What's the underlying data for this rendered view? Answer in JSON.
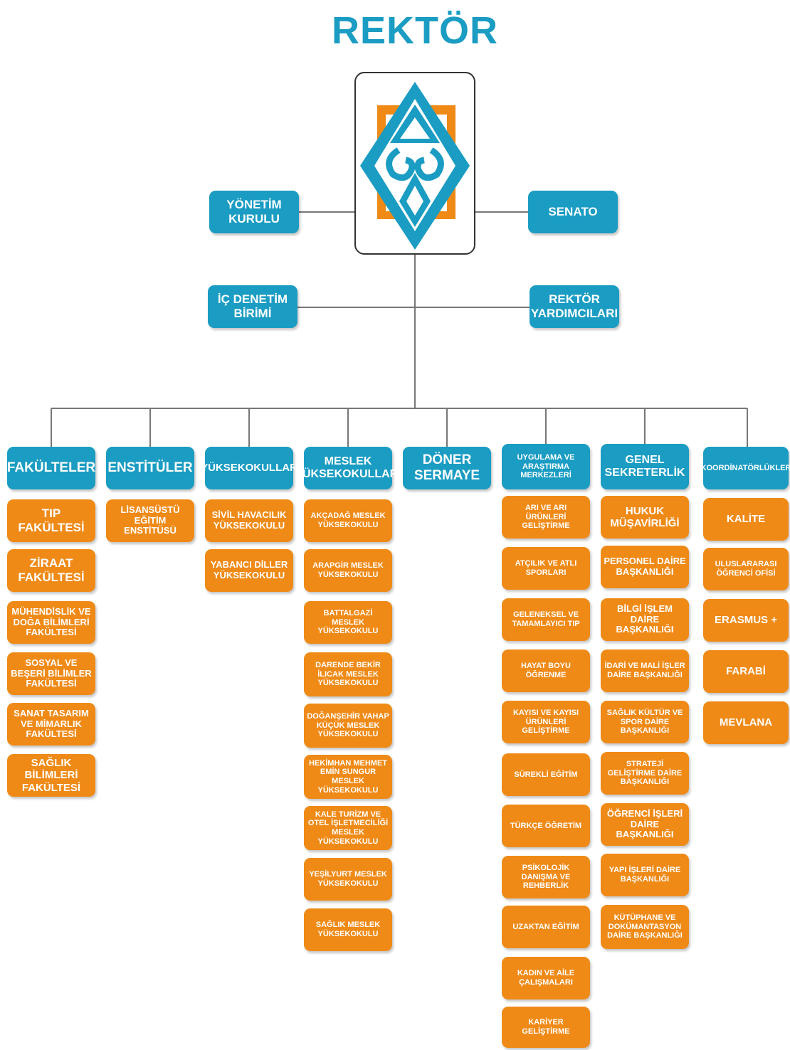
{
  "title": "REKTÖR",
  "colors": {
    "blue": "#1a9cc3",
    "orange": "#ef8a17",
    "line": "#777777"
  },
  "logo": {
    "name": "university-logo"
  },
  "top_units": {
    "yonetim": "YÖNETİM KURULU",
    "senato": "SENATO",
    "ic_denetim": "İÇ DENETİM BİRİMİ",
    "rektor_yard": "REKTÖR YARDIMCILARI"
  },
  "columns": [
    {
      "header": "FAKÜLTELER",
      "items": [
        "TIP FAKÜLTESİ",
        "ZİRAAT FAKÜLTESİ",
        "MÜHENDİSLİK VE DOĞA BİLİMLERİ FAKÜLTESİ",
        "SOSYAL VE BEŞERİ BİLİMLER FAKÜLTESİ",
        "SANAT TASARIM VE MİMARLIK FAKÜLTESİ",
        "SAĞLIK BİLİMLERİ FAKÜLTESİ"
      ]
    },
    {
      "header": "ENSTİTÜLER",
      "items": [
        "LİSANSÜSTÜ EĞİTİM ENSTİTÜSÜ"
      ]
    },
    {
      "header": "YÜKSEKOKULLAR",
      "items": [
        "SİVİL HAVACILIK YÜKSEKOKULU",
        "YABANCI DİLLER YÜKSEKOKULU"
      ]
    },
    {
      "header": "MESLEK YÜKSEKOKULLARI",
      "items": [
        "AKÇADAĞ MESLEK YÜKSEKOKULU",
        "ARAPGİR MESLEK YÜKSEKOKULU",
        "BATTALGAZİ MESLEK YÜKSEKOKULU",
        "DARENDE BEKİR İLICAK MESLEK YÜKSEKOKULU",
        "DOĞANŞEHİR VAHAP KÜÇÜK MESLEK YÜKSEKOKULU",
        "HEKİMHAN MEHMET EMİN SUNGUR MESLEK YÜKSEKOKULU",
        "KALE TURİZM VE OTEL İŞLETMECİLİĞİ MESLEK YÜKSEKOKULU",
        "YEŞİLYURT MESLEK YÜKSEKOKULU",
        "SAĞLIK MESLEK YÜKSEKOKULU"
      ]
    },
    {
      "header": "DÖNER SERMAYE",
      "items": []
    },
    {
      "header": "UYGULAMA VE ARAŞTIRMA MERKEZLERİ",
      "items": [
        "ARI VE ARI ÜRÜNLERİ GELİŞTİRME",
        "ATÇILIK VE ATLI SPORLARI",
        "GELENEKSEL VE TAMAMLAYICI TIP",
        "HAYAT BOYU ÖĞRENME",
        "KAYISI VE KAYISI ÜRÜNLERİ GELİŞTİRME",
        "SÜREKLİ EĞİTİM",
        "TÜRKÇE ÖĞRETİM",
        "PSİKOLOJİK DANIŞMA VE REHBERLİK",
        "UZAKTAN EĞİTİM",
        "KADIN VE AİLE ÇALIŞMALARI",
        "KARİYER GELİŞTİRME"
      ]
    },
    {
      "header": "GENEL SEKRETERLİK",
      "items": [
        "HUKUK MÜŞAVİRLİĞİ",
        "PERSONEL DAİRE BAŞKANLIĞI",
        "BİLGİ İŞLEM DAİRE BAŞKANLIĞI",
        "İDARİ VE MALİ İŞLER DAİRE BAŞKANLIĞI",
        "SAĞLIK KÜLTÜR VE SPOR DAİRE BAŞKANLIĞI",
        "STRATEJİ GELİŞTİRME DAİRE BAŞKANLIĞI",
        "ÖĞRENCİ İŞLERİ DAİRE BAŞKANLIĞI",
        "YAPI İŞLERİ DAİRE BAŞKANLIĞI",
        "KÜTÜPHANE VE DOKÜMANTASYON DAİRE BAŞKANLIĞI"
      ]
    },
    {
      "header": "KOORDİNATÖRLÜKLER",
      "items": [
        "KALİTE",
        "ULUSLARARASI ÖĞRENCİ OFİSİ",
        "ERASMUS +",
        "FARABİ",
        "MEVLANA"
      ]
    }
  ]
}
